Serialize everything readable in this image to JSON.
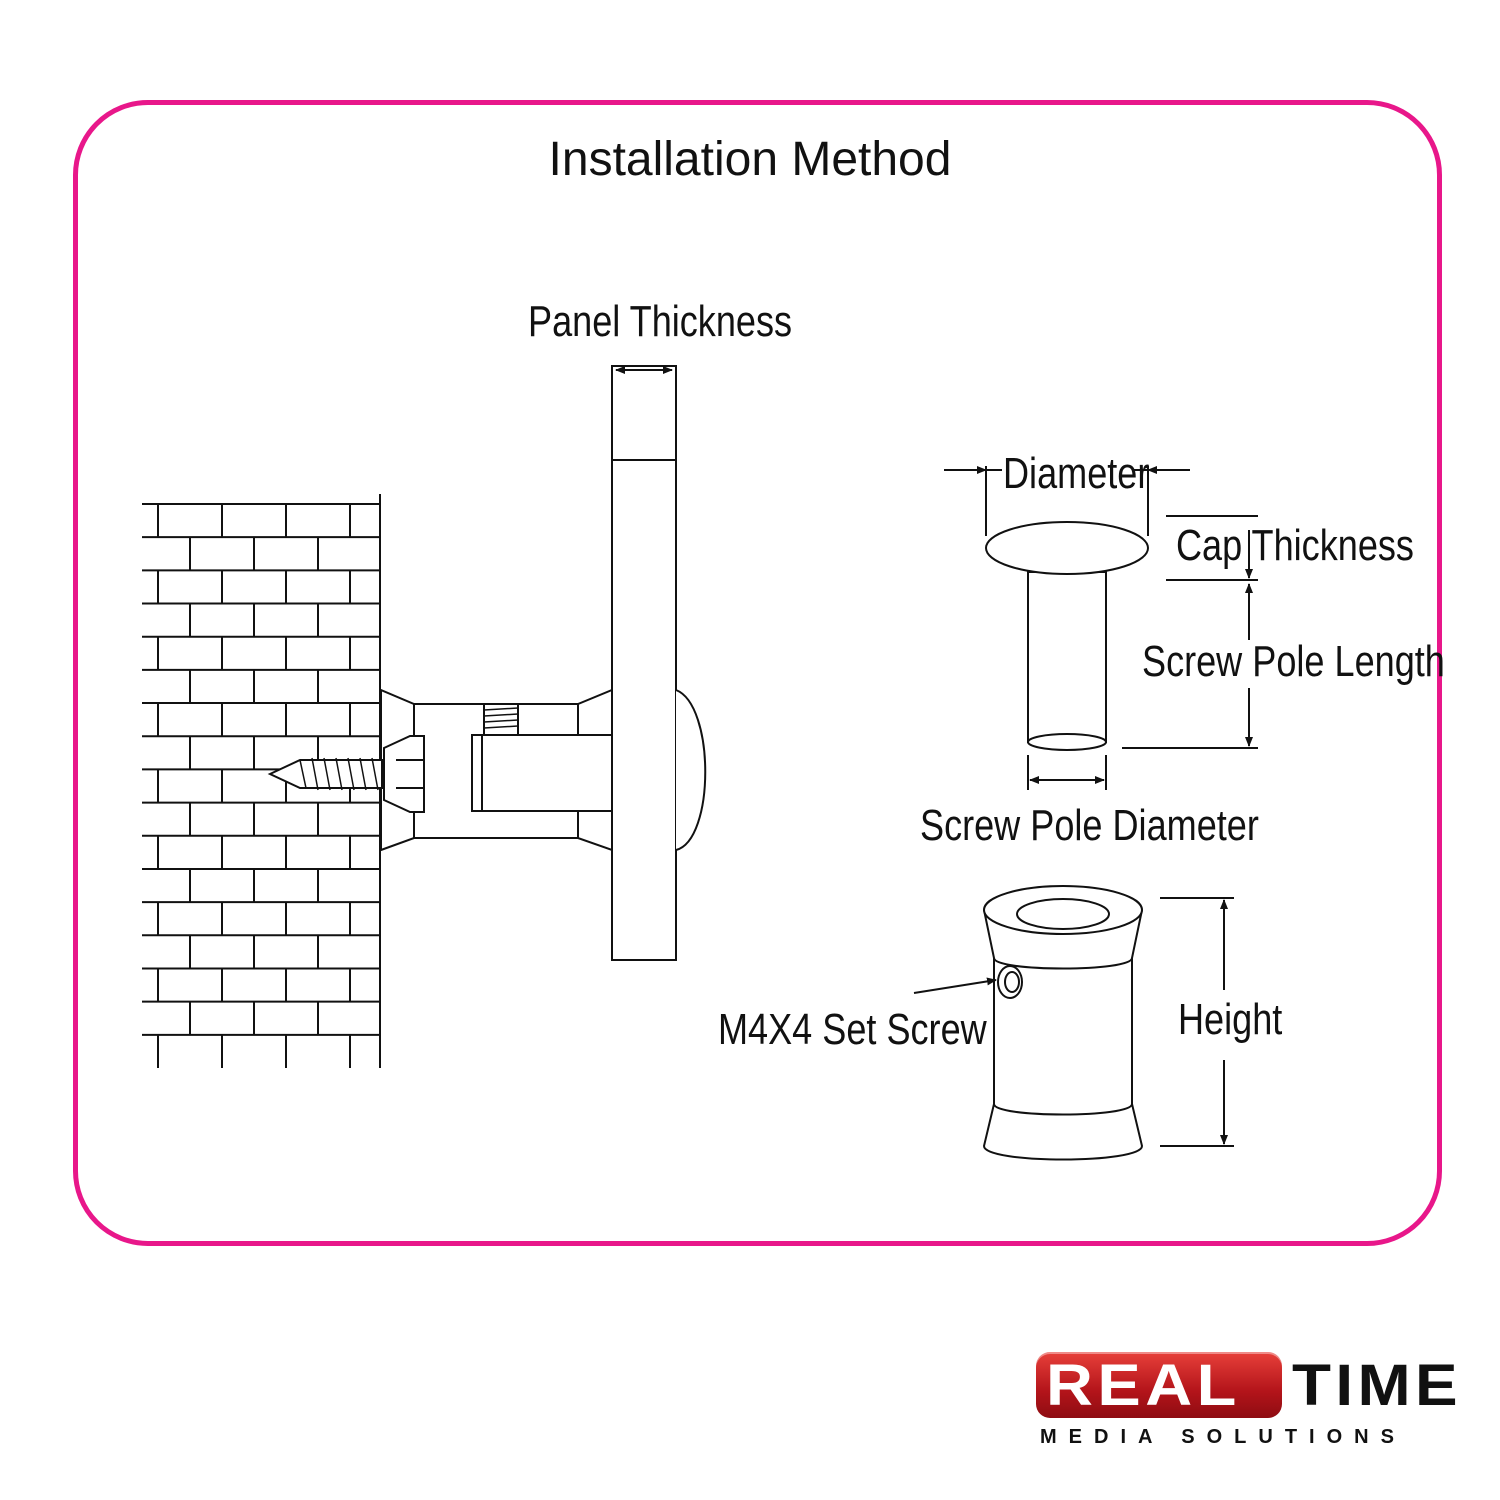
{
  "title": "Installation Method",
  "labels": {
    "panel_thickness": "Panel Thickness",
    "diameter": "Diameter",
    "cap_thickness": "Cap Thickness",
    "screw_pole_length": "Screw Pole Length",
    "screw_pole_diameter": "Screw Pole Diameter",
    "set_screw": "M4X4 Set Screw",
    "height": "Height"
  },
  "logo": {
    "brand_word_1": "REAL",
    "brand_word_2": "TIME",
    "tagline": "MEDIA SOLUTIONS"
  },
  "colors": {
    "frame": "#e8178a",
    "line": "#111111",
    "logo_red": "#c4161c"
  }
}
